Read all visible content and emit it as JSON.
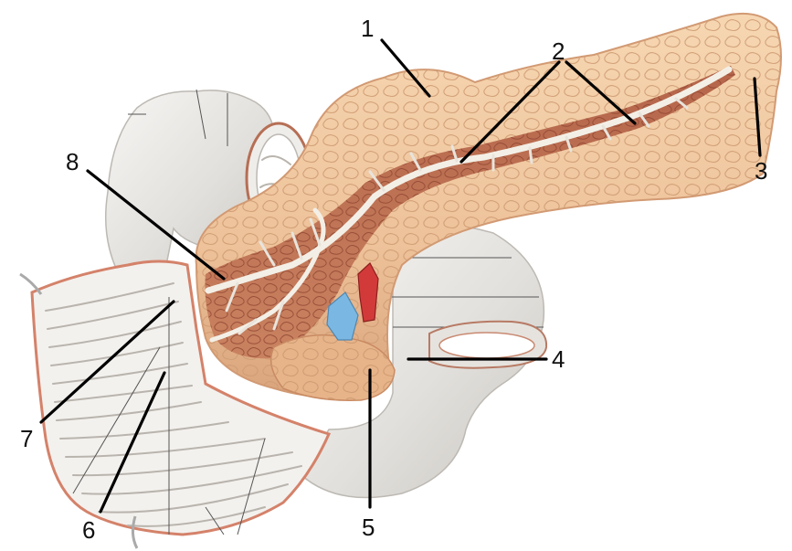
{
  "labels": [
    {
      "id": "1",
      "text": "1"
    },
    {
      "id": "2",
      "text": "2"
    },
    {
      "id": "3",
      "text": "3"
    },
    {
      "id": "4",
      "text": "4"
    },
    {
      "id": "5",
      "text": "5"
    },
    {
      "id": "6",
      "text": "6"
    },
    {
      "id": "7",
      "text": "7"
    },
    {
      "id": "8",
      "text": "8"
    }
  ],
  "colors": {
    "pancreas": "#f2c9a0",
    "pancreas_dark": "#c0694a",
    "duodenum": "#e9e7e3",
    "duct": "#f4f1ea",
    "vein": "#7ab8e3",
    "artery": "#d23a3a",
    "mucosa_edge": "#d4826a"
  }
}
